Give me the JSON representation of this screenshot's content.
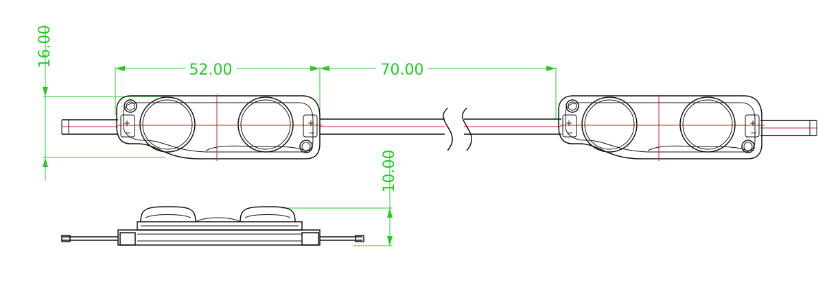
{
  "dimensions": {
    "module_length": "52.00",
    "module_spacing": "70.00",
    "module_height": "16.00",
    "module_thickness": "10.00"
  },
  "colors": {
    "dimension": "#22cc22",
    "outline": "#111111",
    "centerline": "#cc2222"
  },
  "symbols": {
    "positive": "+",
    "negative": "−"
  }
}
